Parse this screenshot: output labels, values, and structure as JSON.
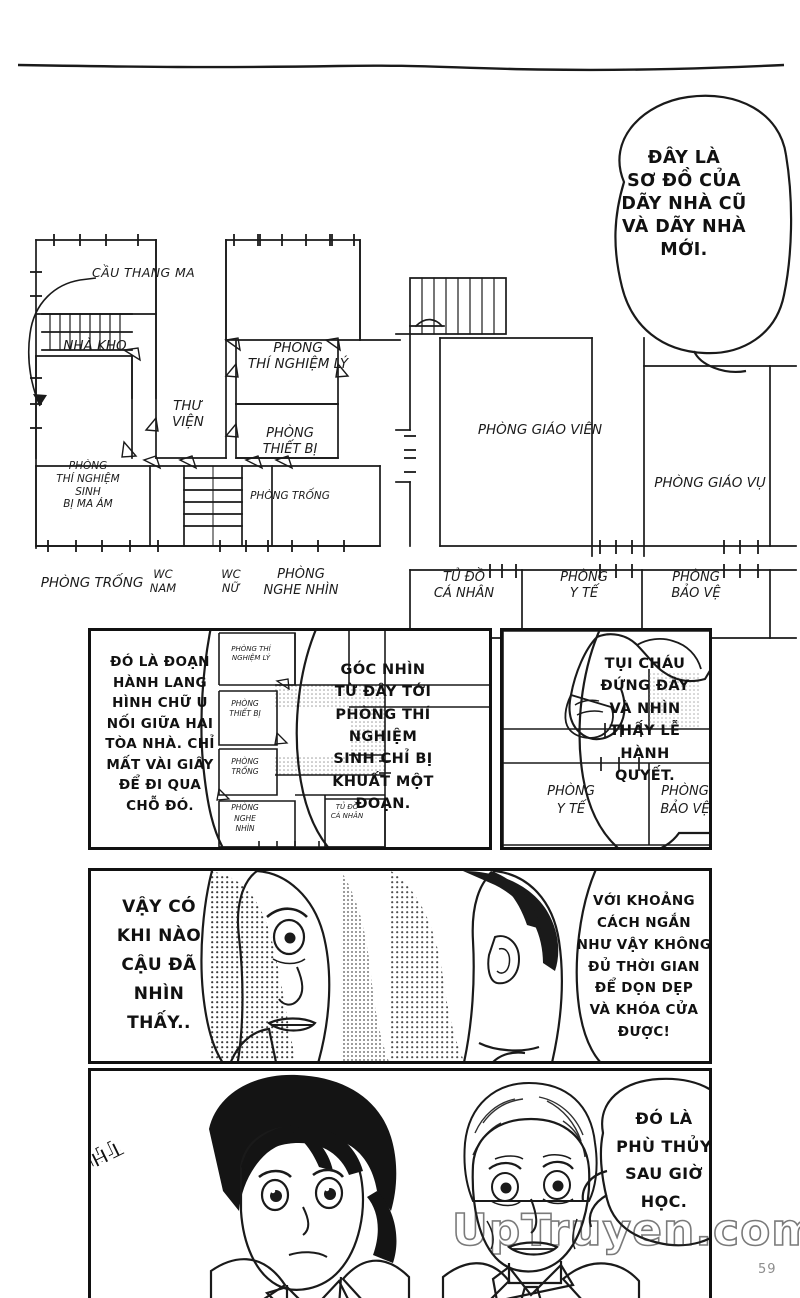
{
  "page": {
    "kind": "manga-page",
    "page_number": "59",
    "watermark": "UpTruyen.com",
    "ink_color": "#111111",
    "paper_color": "#ffffff"
  },
  "panel1": {
    "name": "floor-plan-overview",
    "annotation_label": "CẦU THANG MA",
    "balloon": {
      "lines": [
        "ĐÂY LÀ",
        "SƠ ĐỒ CỦA",
        "DÃY NHÀ CŨ",
        "VÀ DÃY NHÀ",
        "MỚI."
      ]
    },
    "rooms": [
      {
        "id": "nha-kho",
        "label": "NHÀ KHO"
      },
      {
        "id": "thu-vien",
        "label": "THƯ\nVIỆN"
      },
      {
        "id": "phong-tn-ly",
        "label": "PHÒNG\nTHÍ NGHIỆM LÝ"
      },
      {
        "id": "phong-thiet-bi",
        "label": "PHÒNG\nTHIẾT BỊ"
      },
      {
        "id": "phong-trong-1",
        "label": "PHÒNG TRỐNG"
      },
      {
        "id": "phong-tn-sinh",
        "label": "PHÒNG\nTHÍ NGHIỆM\nSINH\nBỊ MA ÁM"
      },
      {
        "id": "phong-trong-2",
        "label": "PHÒNG TRỐNG"
      },
      {
        "id": "wc-nam",
        "label": "WC\nNAM"
      },
      {
        "id": "wc-nu",
        "label": "WC\nNỮ"
      },
      {
        "id": "phong-nghe-nhin",
        "label": "PHÒNG\nNGHE NHÌN"
      },
      {
        "id": "phong-giao-vien",
        "label": "PHÒNG GIÁO VIÊN"
      },
      {
        "id": "phong-giao-vu",
        "label": "PHÒNG GIÁO VỤ"
      },
      {
        "id": "tu-do-ca-nhan",
        "label": "TỦ ĐỒ\nCÁ NHÂN"
      },
      {
        "id": "phong-y-te",
        "label": "PHÒNG\nY TẾ"
      },
      {
        "id": "phong-bao-ve",
        "label": "PHÒNG\nBẢO VỆ"
      }
    ]
  },
  "panel2": {
    "name": "u-corridor-closeup",
    "balloon": {
      "lines": [
        "ĐÓ LÀ ĐOẠN",
        "HÀNH LANG",
        "HÌNH CHỮ U",
        "NỐI GIỮA HAI",
        "TÒA NHÀ. CHỈ",
        "MẤT VÀI GIÂY",
        "ĐỂ ĐI QUA",
        "CHỖ ĐÓ."
      ]
    },
    "balloon2": {
      "lines": [
        "GÓC NHÌN",
        "TỪ ĐÂY TỚI",
        "PHÒNG THÍ",
        "NGHIỆM",
        "SINH CHỈ BỊ",
        "KHUẤT MỘT",
        "ĐOẠN."
      ]
    },
    "rooms": [
      {
        "id": "phong-tn-ly",
        "label": "PHÒNG THÍ\nNGHIỆM LÝ"
      },
      {
        "id": "phong-thiet-bi",
        "label": "PHÒNG\nTHIẾT BỊ"
      },
      {
        "id": "phong-trong",
        "label": "PHÒNG\nTRỐNG"
      },
      {
        "id": "phong-nghe-nhin",
        "label": "PHÒNG\nNGHE\nNHÌN"
      },
      {
        "id": "tu-do-ca-nhan",
        "label": "TỦ ĐỒ\nCÁ NHÂN"
      }
    ]
  },
  "panel3": {
    "name": "finger-pointing-closeup",
    "balloon": {
      "lines": [
        "TỤI CHÁU",
        "ĐỨNG ĐÂY",
        "VÀ NHÌN",
        "THẤY LỄ",
        "HÀNH",
        "QUYẾT."
      ]
    },
    "rooms": [
      {
        "id": "phong-y-te",
        "label": "PHÒNG\nY TẾ"
      },
      {
        "id": "phong-bao-ve",
        "label": "PHÒNG\nBẢO VỆ"
      }
    ]
  },
  "panel4": {
    "name": "two-men-reaction",
    "balloon_left": {
      "lines": [
        "VẬY CÓ",
        "KHI NÀO",
        "CẬU ĐÃ",
        "NHÌN",
        "THẤY.."
      ]
    },
    "balloon_right": {
      "lines": [
        "VỚI KHOẢNG",
        "CÁCH NGẮN",
        "NHƯ VẬY KHÔNG",
        "ĐỦ THỜI GIAN",
        "ĐỂ DỌN DẸP",
        "VÀ KHÓA CỬA",
        "ĐƯỢC!"
      ]
    }
  },
  "panel5": {
    "name": "hajime-and-old-man",
    "sfx": "THỊCH",
    "balloon": {
      "lines": [
        "ĐÓ LÀ",
        "PHÙ THỦY",
        "SAU GIỜ",
        "HỌC."
      ]
    }
  }
}
